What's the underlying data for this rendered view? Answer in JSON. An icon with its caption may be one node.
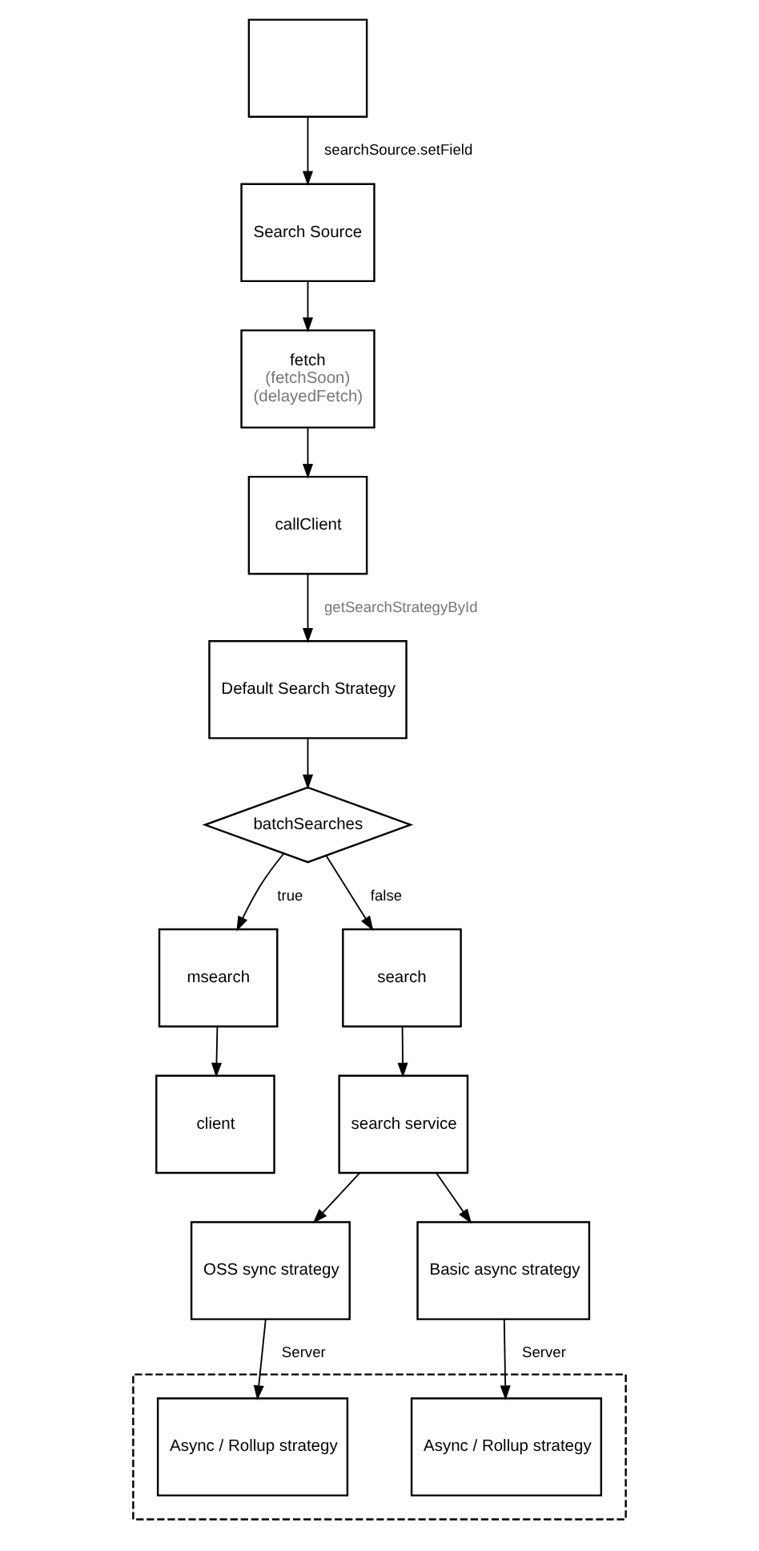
{
  "diagram": {
    "nodes": [
      {
        "text": [],
        "shape": "box"
      },
      {
        "text": [
          "Search Source"
        ]
      },
      {
        "text": [
          "fetch",
          "(fetchSoon)",
          "(delayedFetch)"
        ]
      },
      {
        "text": [
          "callClient"
        ]
      },
      {
        "text": [
          "Default Search Strategy"
        ]
      },
      {
        "text": [
          "batchSearches"
        ]
      },
      {
        "text": [
          "msearch"
        ]
      },
      {
        "text": [
          "client"
        ]
      },
      {
        "text": [
          "search"
        ]
      },
      {
        "text": [
          "search service"
        ]
      },
      {
        "text": [
          "OSS sync strategy"
        ]
      },
      {
        "text": [
          "Basic async strategy"
        ]
      },
      {
        "text": [],
        "shape": "box"
      },
      {
        "text": [
          "Async / Rollup strategy"
        ],
        "in": 12
      },
      {
        "text": [
          "Async / Rollup strategy"
        ],
        "in": 12
      }
    ],
    "edges": [
      {
        "from": 0,
        "to": 1,
        "arrow": "to",
        "label": "searchSource.setField"
      },
      {
        "from": 1,
        "to": 2,
        "arrow": "to"
      },
      {
        "from": 2,
        "to": 3,
        "arrow": "to"
      },
      {
        "from": 3,
        "to": 4,
        "arrow": "to",
        "label": "getSearchStrategyById"
      },
      {
        "from": 4,
        "to": 5,
        "arrow": "to"
      },
      {
        "from": 5,
        "to": 6,
        "arrow": "to",
        "label": "true"
      },
      {
        "from": 5,
        "to": 8,
        "arrow": "to",
        "label": "false"
      },
      {
        "from": 6,
        "to": 7,
        "arrow": "to"
      },
      {
        "from": 8,
        "to": 9,
        "arrow": "to"
      },
      {
        "from": 9,
        "to": 10,
        "arrow": "to"
      },
      {
        "from": 9,
        "to": 11,
        "arrow": "to"
      },
      {
        "from": 10,
        "to": 13,
        "arrow": "to",
        "label": "Server"
      },
      {
        "from": 11,
        "to": 14,
        "arrow": "to",
        "label": "Server"
      }
    ]
  }
}
